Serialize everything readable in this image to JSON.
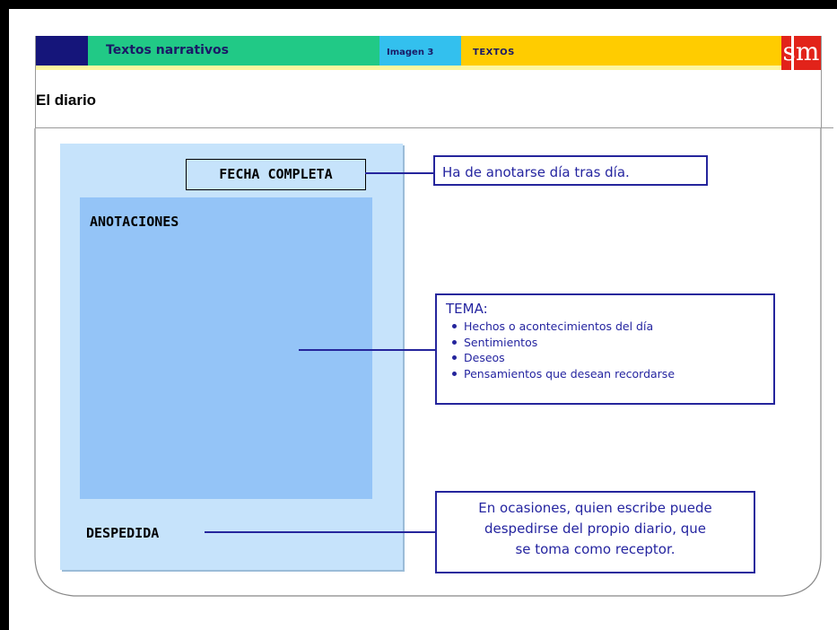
{
  "header": {
    "section": "Textos narrativos",
    "image": "Imagen 3",
    "category": "TEXTOS",
    "logo": "sm"
  },
  "page_title": "El diario",
  "diagram": {
    "date_label": "FECHA COMPLETA",
    "notes_label": "ANOTACIONES",
    "closing_label": "DESPEDIDA",
    "date_note": "Ha de anotarse día tras día.",
    "topic_title": "TEMA:",
    "topic_items": [
      "Hechos o acontecimientos del día",
      "Sentimientos",
      "Deseos",
      "Pensamientos que desean recordarse"
    ],
    "closing_note": [
      "En ocasiones, quien escribe puede",
      "despedirse del propio diario, que",
      "se toma como receptor."
    ]
  },
  "colors": {
    "navy": "#15157a",
    "green": "#21c986",
    "blue": "#33c0ee",
    "yellow": "#ffcc00",
    "logo_red": "#e2231a",
    "diary_light": "#c6e3fb",
    "diary_notes": "#94c4f7",
    "note_ink": "#2525a0"
  }
}
